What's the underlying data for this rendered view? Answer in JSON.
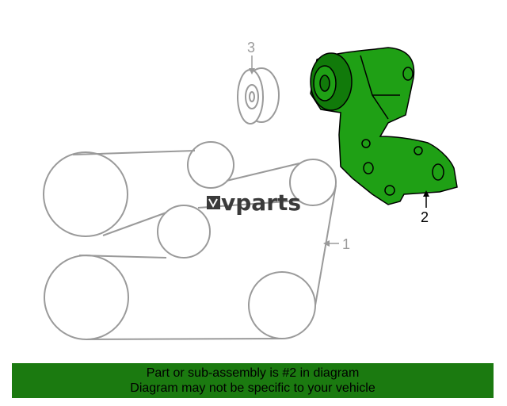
{
  "diagram": {
    "callouts": {
      "belt": "1",
      "tensioner": "2",
      "idler": "3"
    },
    "watermark": "vparts",
    "colors": {
      "line": "#9a9a9a",
      "part": "#1fa015",
      "part_shadow": "#117a0a",
      "outline": "#000000",
      "banner": "#1b7a10"
    }
  },
  "banner": {
    "line1": "Part or sub-assembly is #2 in diagram",
    "line2": "Diagram may not be specific to your vehicle"
  }
}
